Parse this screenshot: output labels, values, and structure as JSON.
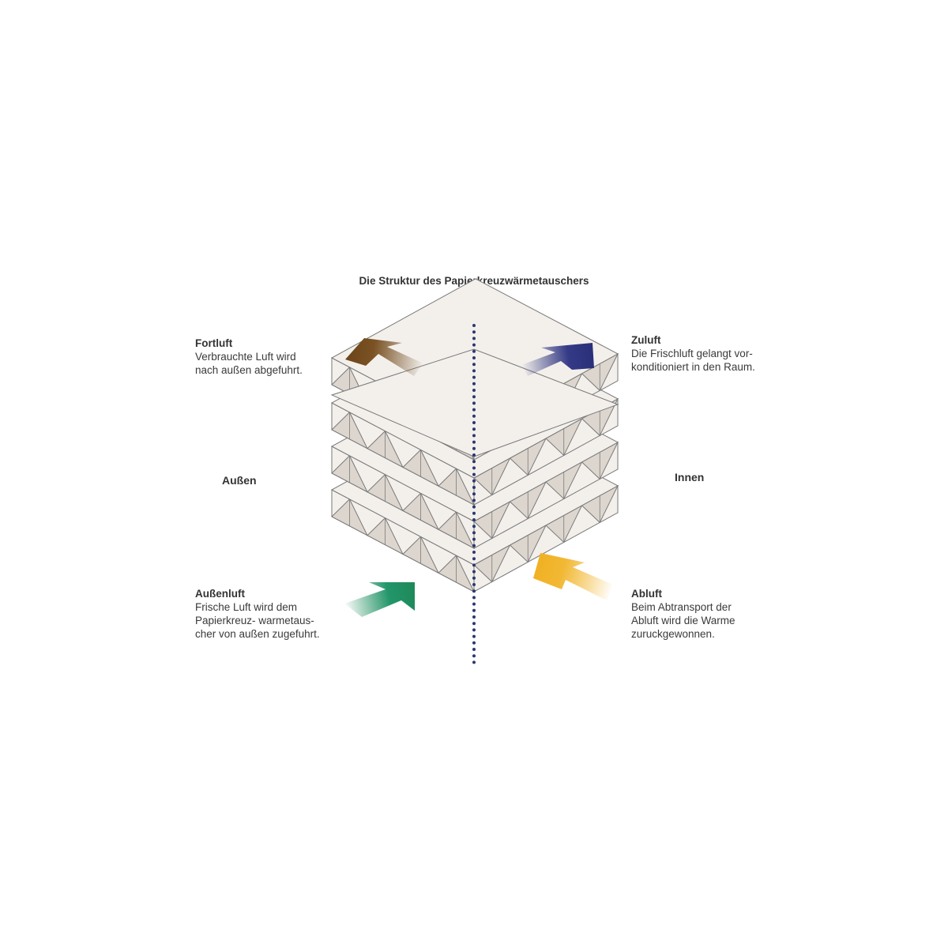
{
  "title": "Die Struktur des Papierkreuzwärmetauschers",
  "sides": {
    "outside": "Außen",
    "inside": "Innen"
  },
  "labels": {
    "fortluft": {
      "heading": "Fortluft",
      "lines": [
        "Verbrauchte Luft wird",
        "nach außen abgefuhrt."
      ]
    },
    "zuluft": {
      "heading": "Zuluft",
      "lines": [
        "Die Frischluft gelangt vor-",
        "konditioniert in den Raum."
      ]
    },
    "aussenluft": {
      "heading": "Außenluft",
      "lines": [
        "Frische Luft wird dem",
        "Papierkreuz- warmetaus-",
        "cher von außen zugefuhrt."
      ]
    },
    "abluft": {
      "heading": "Abluft",
      "lines": [
        "Beim Abtransport der",
        "Abluft wird die Warme",
        "zuruckgewonnen."
      ]
    }
  },
  "colors": {
    "fortluft_arrow": "#6b4418",
    "zuluft_arrow": "#2a2f78",
    "aussenluft_arrow": "#1e8a5a",
    "abluft_arrow": "#f0b020",
    "divider_dots": "#2a3870",
    "sheet_fill": "#f3f0ec",
    "fold_fill": "#ddd6ce",
    "outline": "#7a7a7a"
  },
  "icons": {
    "fortluft_arrow": "arrow-up-left-icon",
    "zuluft_arrow": "arrow-up-right-icon",
    "aussenluft_arrow": "arrow-right-icon",
    "abluft_arrow": "arrow-up-left-icon"
  }
}
